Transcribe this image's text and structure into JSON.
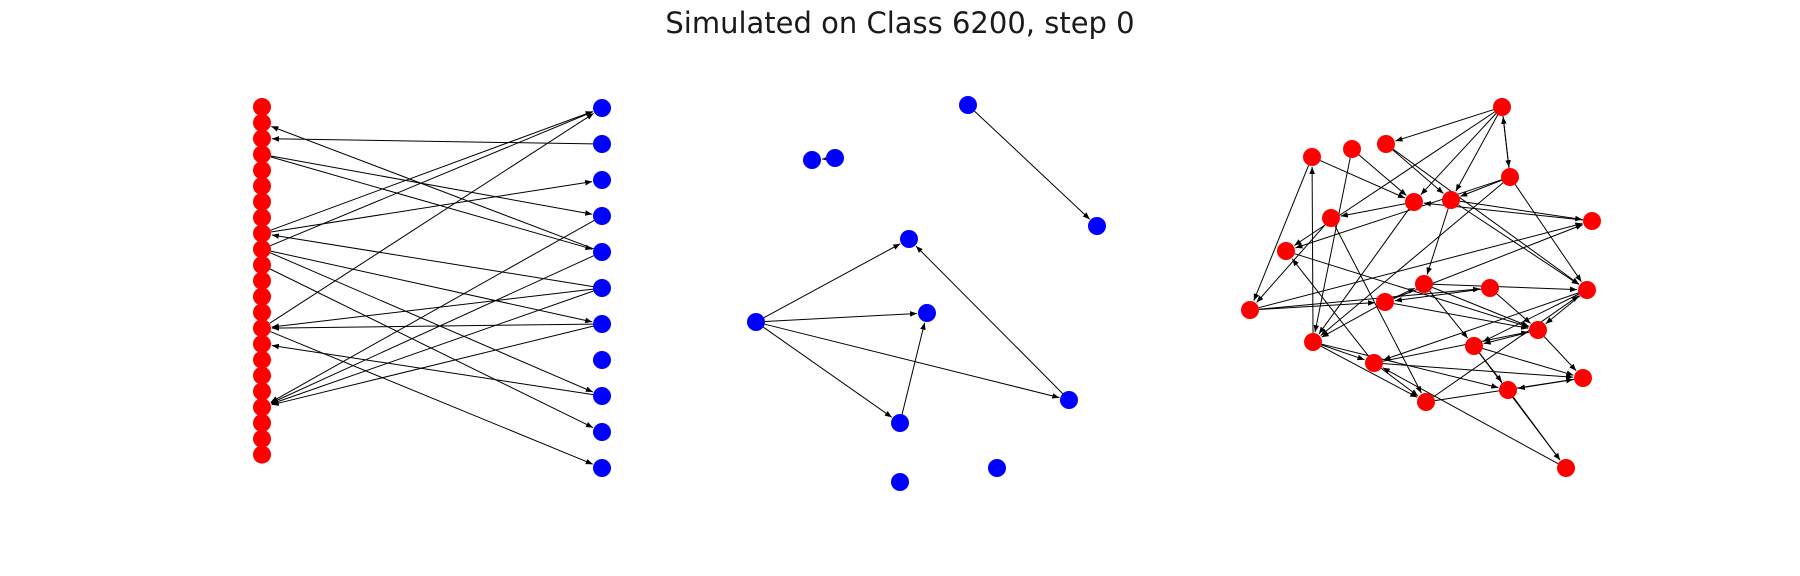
{
  "figure": {
    "title": "Simulated on Class 6200, step 0",
    "colors": {
      "red": "#ff0000",
      "blue": "#0000ff",
      "edge": "#000000"
    }
  },
  "panels": [
    {
      "id": "bipartite",
      "nodes": [
        {
          "id": "L0",
          "color": "red"
        },
        {
          "id": "L1",
          "color": "red"
        },
        {
          "id": "L2",
          "color": "red"
        },
        {
          "id": "L3",
          "color": "red"
        },
        {
          "id": "L4",
          "color": "red"
        },
        {
          "id": "L5",
          "color": "red"
        },
        {
          "id": "L6",
          "color": "red"
        },
        {
          "id": "L7",
          "color": "red"
        },
        {
          "id": "L8",
          "color": "red"
        },
        {
          "id": "L9",
          "color": "red"
        },
        {
          "id": "L10",
          "color": "red"
        },
        {
          "id": "L11",
          "color": "red"
        },
        {
          "id": "L12",
          "color": "red"
        },
        {
          "id": "L13",
          "color": "red"
        },
        {
          "id": "L14",
          "color": "red"
        },
        {
          "id": "L15",
          "color": "red"
        },
        {
          "id": "L16",
          "color": "red"
        },
        {
          "id": "L17",
          "color": "red"
        },
        {
          "id": "L18",
          "color": "red"
        },
        {
          "id": "L19",
          "color": "red"
        },
        {
          "id": "L20",
          "color": "red"
        },
        {
          "id": "L21",
          "color": "red"
        },
        {
          "id": "L22",
          "color": "red"
        },
        {
          "id": "R0",
          "color": "blue"
        },
        {
          "id": "R1",
          "color": "blue"
        },
        {
          "id": "R2",
          "color": "blue"
        },
        {
          "id": "R3",
          "color": "blue"
        },
        {
          "id": "R4",
          "color": "blue"
        },
        {
          "id": "R5",
          "color": "blue"
        },
        {
          "id": "R6",
          "color": "blue"
        },
        {
          "id": "R7",
          "color": "blue"
        },
        {
          "id": "R8",
          "color": "blue"
        },
        {
          "id": "R9",
          "color": "blue"
        },
        {
          "id": "R10",
          "color": "blue"
        }
      ],
      "edges": [
        [
          "L8",
          "R0"
        ],
        [
          "L9",
          "R0"
        ],
        [
          "L14",
          "R0"
        ],
        [
          "R1",
          "L2"
        ],
        [
          "L3",
          "R3"
        ],
        [
          "L3",
          "R4"
        ],
        [
          "R4",
          "L1"
        ],
        [
          "R5",
          "L8"
        ],
        [
          "R5",
          "L14"
        ],
        [
          "L9",
          "R6"
        ],
        [
          "L9",
          "R8"
        ],
        [
          "R8",
          "L15"
        ],
        [
          "L14",
          "R10"
        ],
        [
          "R3",
          "L19"
        ],
        [
          "R4",
          "L19"
        ],
        [
          "R5",
          "L19"
        ],
        [
          "R6",
          "L19"
        ],
        [
          "R6",
          "L14"
        ],
        [
          "L10",
          "R9"
        ],
        [
          "L8",
          "R2"
        ]
      ]
    },
    {
      "id": "sparse",
      "nodes": [
        {
          "id": "S0",
          "color": "blue"
        },
        {
          "id": "S1",
          "color": "blue"
        },
        {
          "id": "S2",
          "color": "blue"
        },
        {
          "id": "S3",
          "color": "blue"
        },
        {
          "id": "S4",
          "color": "blue"
        },
        {
          "id": "S5",
          "color": "blue"
        },
        {
          "id": "S6",
          "color": "blue"
        },
        {
          "id": "S7",
          "color": "blue"
        },
        {
          "id": "S8",
          "color": "blue"
        },
        {
          "id": "S9",
          "color": "blue"
        },
        {
          "id": "S10",
          "color": "blue"
        }
      ],
      "edges": [
        [
          "S0",
          "S1"
        ],
        [
          "S2",
          "S3"
        ],
        [
          "S4",
          "S5"
        ],
        [
          "S4",
          "S6"
        ],
        [
          "S4",
          "S7"
        ],
        [
          "S4",
          "S8"
        ],
        [
          "S8",
          "S6"
        ],
        [
          "S7",
          "S5"
        ]
      ]
    },
    {
      "id": "dense",
      "nodes": [
        {
          "id": "D0",
          "color": "red"
        },
        {
          "id": "D1",
          "color": "red"
        },
        {
          "id": "D2",
          "color": "red"
        },
        {
          "id": "D3",
          "color": "red"
        },
        {
          "id": "D4",
          "color": "red"
        },
        {
          "id": "D5",
          "color": "red"
        },
        {
          "id": "D6",
          "color": "red"
        },
        {
          "id": "D7",
          "color": "red"
        },
        {
          "id": "D8",
          "color": "red"
        },
        {
          "id": "D9",
          "color": "red"
        },
        {
          "id": "D10",
          "color": "red"
        },
        {
          "id": "D11",
          "color": "red"
        },
        {
          "id": "D12",
          "color": "red"
        },
        {
          "id": "D13",
          "color": "red"
        },
        {
          "id": "D14",
          "color": "red"
        },
        {
          "id": "D15",
          "color": "red"
        },
        {
          "id": "D16",
          "color": "red"
        },
        {
          "id": "D17",
          "color": "red"
        },
        {
          "id": "D18",
          "color": "red"
        },
        {
          "id": "D19",
          "color": "red"
        },
        {
          "id": "D20",
          "color": "red"
        },
        {
          "id": "D21",
          "color": "red"
        },
        {
          "id": "D22",
          "color": "red"
        }
      ],
      "edges": [
        [
          "D0",
          "D3"
        ],
        [
          "D0",
          "D7"
        ],
        [
          "D0",
          "D8"
        ],
        [
          "D0",
          "D6"
        ],
        [
          "D0",
          "D9"
        ],
        [
          "D6",
          "D0"
        ],
        [
          "D1",
          "D10"
        ],
        [
          "D1",
          "D7"
        ],
        [
          "D2",
          "D7"
        ],
        [
          "D2",
          "D13"
        ],
        [
          "D3",
          "D8"
        ],
        [
          "D3",
          "D15"
        ],
        [
          "D4",
          "D7"
        ],
        [
          "D5",
          "D10"
        ],
        [
          "D5",
          "D20"
        ],
        [
          "D6",
          "D8"
        ],
        [
          "D6",
          "D13"
        ],
        [
          "D6",
          "D9"
        ],
        [
          "D6",
          "D15"
        ],
        [
          "D7",
          "D13"
        ],
        [
          "D8",
          "D12"
        ],
        [
          "D8",
          "D15"
        ],
        [
          "D9",
          "D16"
        ],
        [
          "D10",
          "D11"
        ],
        [
          "D10",
          "D14"
        ],
        [
          "D11",
          "D13"
        ],
        [
          "D11",
          "D12"
        ],
        [
          "D11",
          "D16"
        ],
        [
          "D12",
          "D17"
        ],
        [
          "D12",
          "D15"
        ],
        [
          "D12",
          "D16"
        ],
        [
          "D13",
          "D18"
        ],
        [
          "D13",
          "D20"
        ],
        [
          "D13",
          "D21"
        ],
        [
          "D14",
          "D11"
        ],
        [
          "D14",
          "D16"
        ],
        [
          "D15",
          "D16"
        ],
        [
          "D15",
          "D18"
        ],
        [
          "D15",
          "D17"
        ],
        [
          "D16",
          "D19"
        ],
        [
          "D16",
          "D17"
        ],
        [
          "D17",
          "D19"
        ],
        [
          "D17",
          "D21"
        ],
        [
          "D18",
          "D19"
        ],
        [
          "D18",
          "D20"
        ],
        [
          "D18",
          "D16"
        ],
        [
          "D20",
          "D15"
        ],
        [
          "D21",
          "D22"
        ],
        [
          "D22",
          "D18"
        ],
        [
          "D19",
          "D21"
        ],
        [
          "D18",
          "D9"
        ],
        [
          "D17",
          "D22"
        ],
        [
          "D11",
          "D4"
        ],
        [
          "D10",
          "D4"
        ],
        [
          "D13",
          "D1"
        ],
        [
          "D8",
          "D4"
        ],
        [
          "D7",
          "D5"
        ],
        [
          "D20",
          "D19"
        ]
      ]
    }
  ]
}
